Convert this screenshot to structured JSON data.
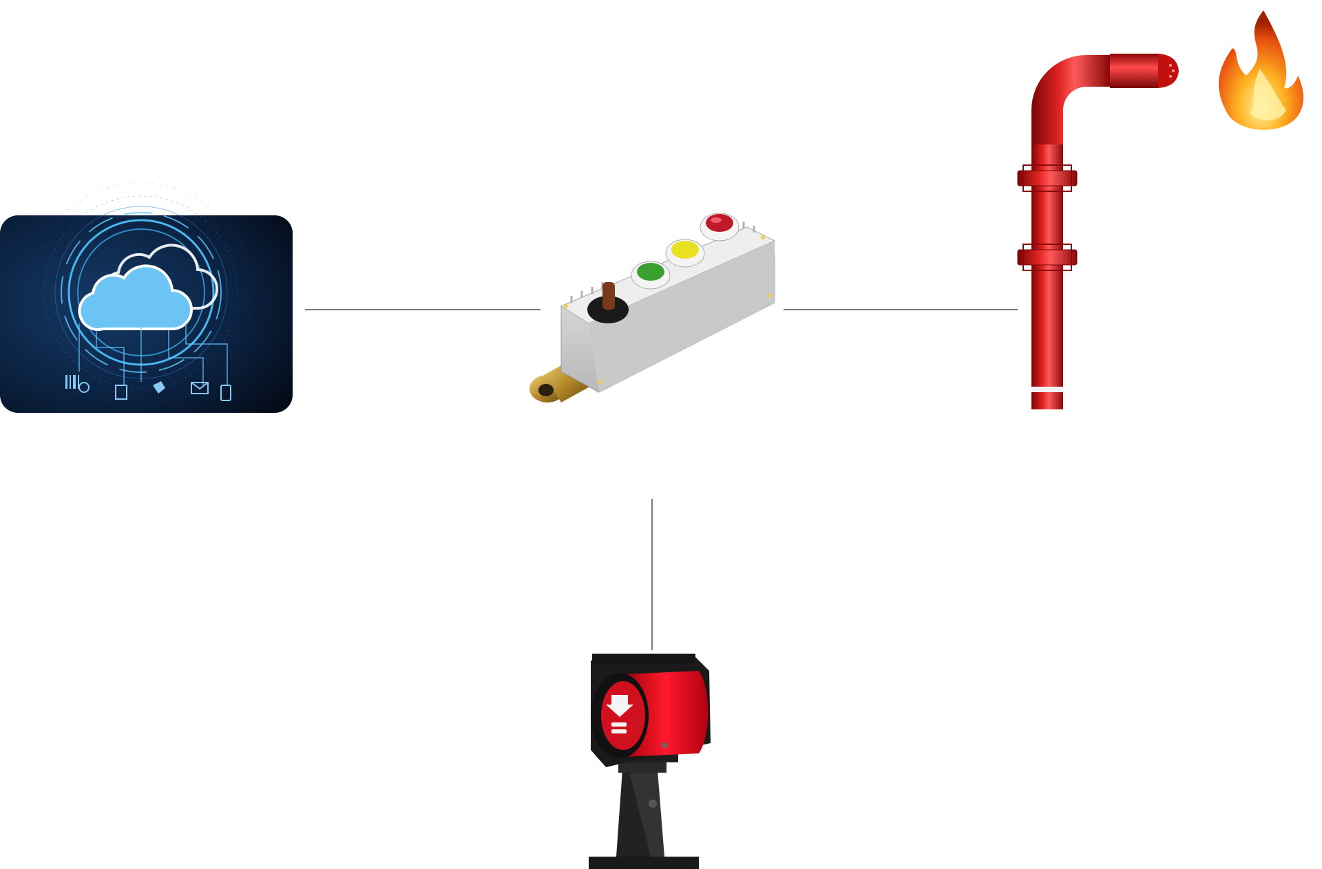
{
  "diagram": {
    "nodes": [
      {
        "id": "cloud",
        "icon": "cloud-platform-icon",
        "interactable": true
      },
      {
        "id": "control-box",
        "icon": "control-button-box-icon",
        "interactable": true
      },
      {
        "id": "fire-monitor",
        "icon": "fire-water-monitor-icon",
        "interactable": true
      },
      {
        "id": "flame-detector",
        "icon": "flame-detector-icon",
        "interactable": true
      },
      {
        "id": "fire",
        "icon": "fire-icon",
        "interactable": false
      }
    ],
    "edges": [
      {
        "from": "cloud",
        "to": "control-box"
      },
      {
        "from": "control-box",
        "to": "fire-monitor"
      },
      {
        "from": "control-box",
        "to": "flame-detector"
      }
    ]
  },
  "colors": {
    "line": "#7a7a7a",
    "cloud_bg": "#0a1a2e",
    "cloud_glow": "#48b8f0",
    "pipe_red": "#cc1010",
    "detector_red": "#e01020",
    "box_grey": "#dcdcdc",
    "button_green": "#3aa030",
    "button_yellow": "#e8e020",
    "button_red": "#c01828"
  }
}
